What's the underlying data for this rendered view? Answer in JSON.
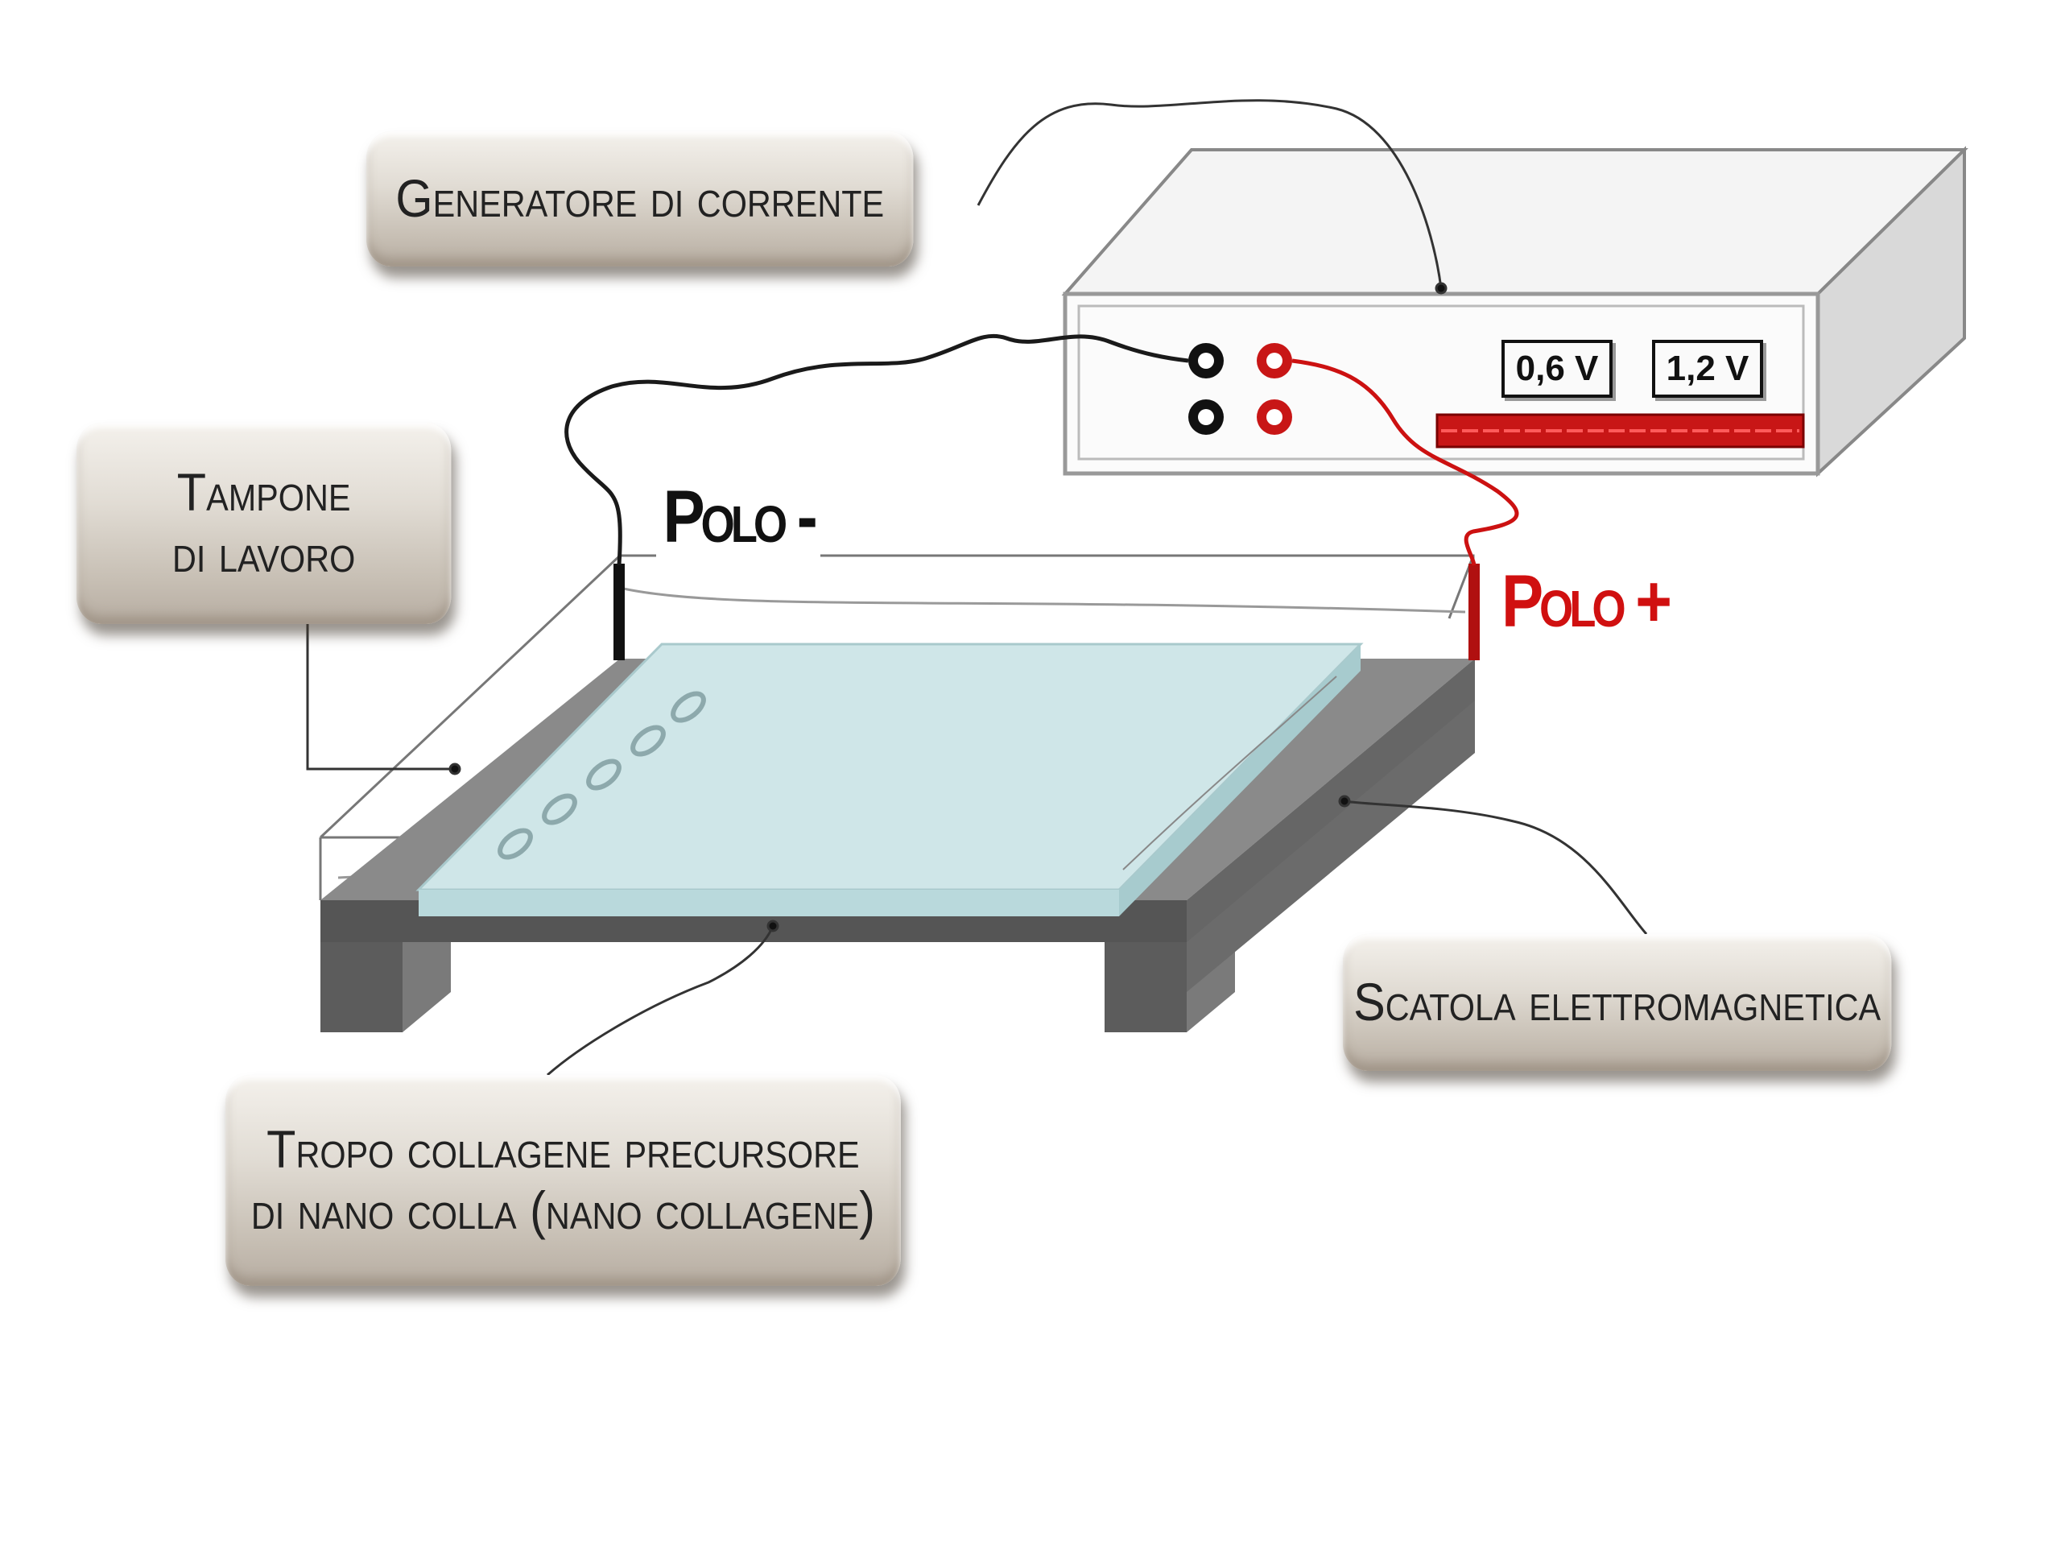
{
  "labels": {
    "generator": "Generatore di corrente",
    "buffer_line1": "Tampone",
    "buffer_line2": "di lavoro",
    "box": "Scatola elettromagnetica",
    "tropo_line1": "Tropo collagene precursore",
    "tropo_line2": "di nano colla (nano collagene)"
  },
  "poles": {
    "negative": "Polo -",
    "positive": "Polo +"
  },
  "voltages": [
    "0,6 V",
    "1,2 V"
  ],
  "colors": {
    "negative_wire": "#1a1a1a",
    "positive_wire": "#cc1111",
    "gel": "#cfe6e8",
    "tray": "#6e6e6e",
    "leader_line": "#333333"
  }
}
